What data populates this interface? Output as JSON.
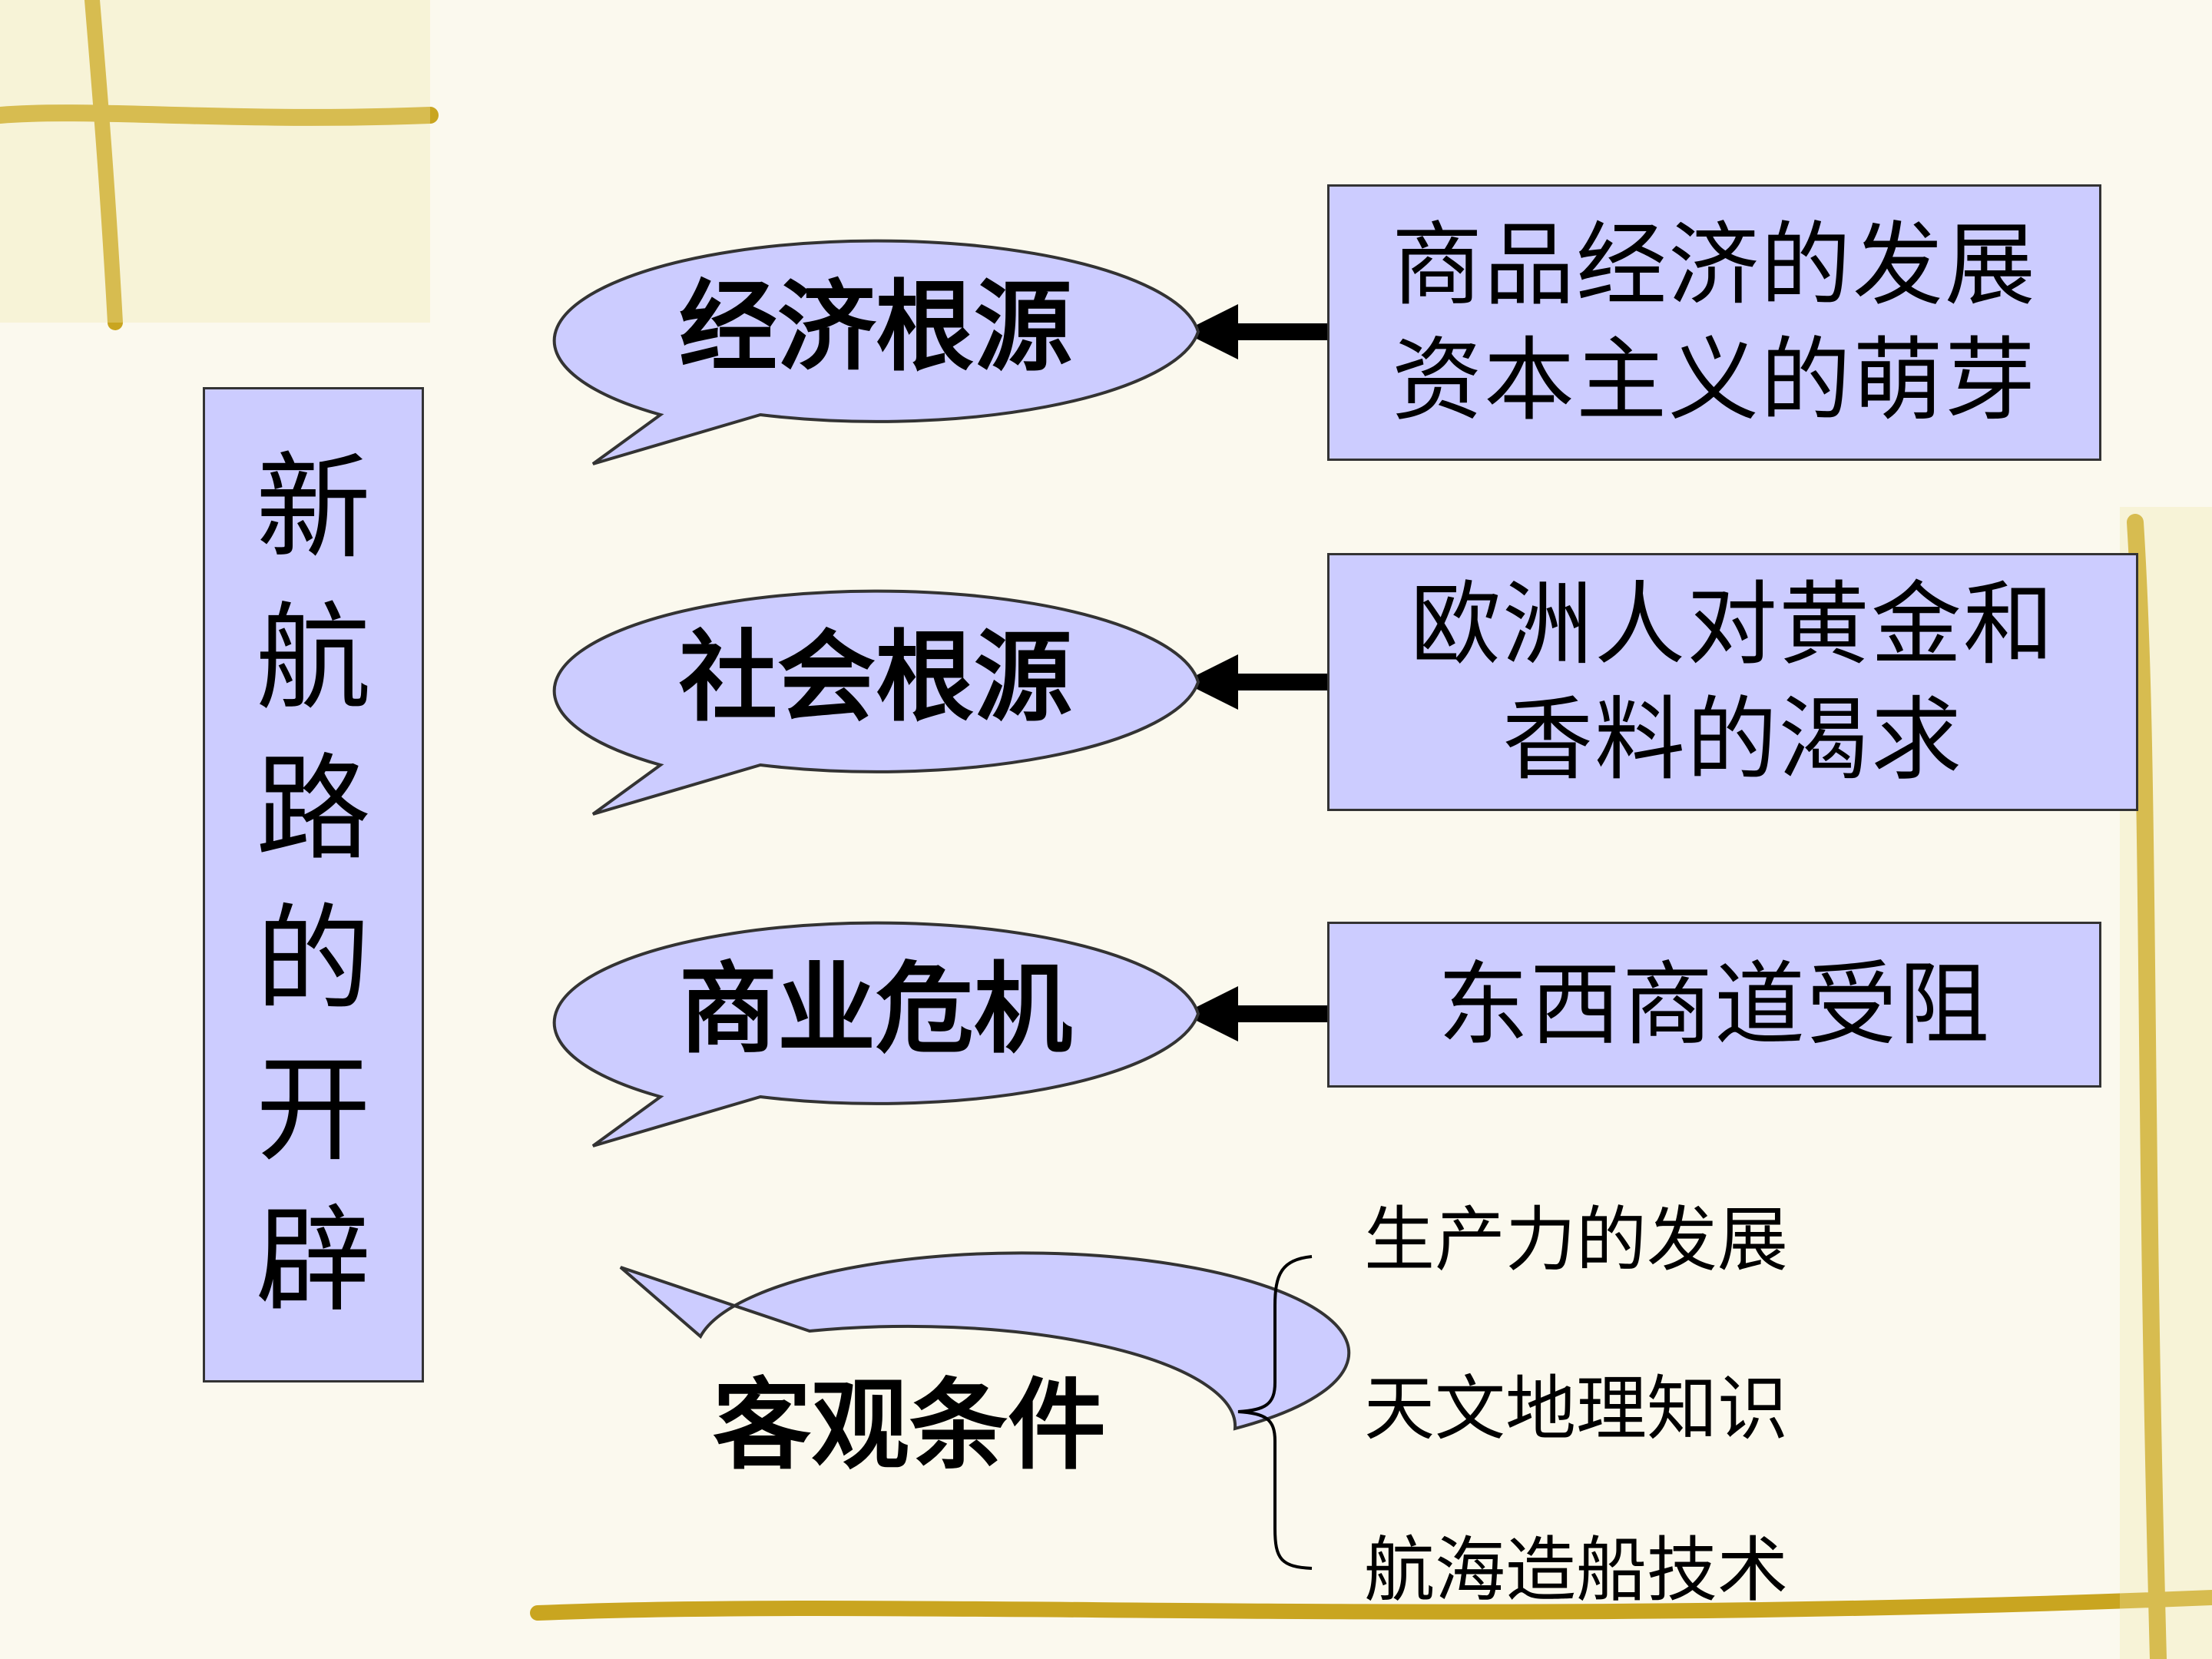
{
  "title_chars": [
    "新",
    "航",
    "路",
    "的",
    "开",
    "辟"
  ],
  "bubbles": [
    "经济根源",
    "社会根源",
    "商业危机",
    "客观条件"
  ],
  "causes": [
    [
      "商品经济的发展",
      "资本主义的萌芽"
    ],
    [
      "欧洲人对黄金和",
      "香料的渴求"
    ],
    [
      "东西商道受阻"
    ]
  ],
  "conditions": [
    "生产力的发展",
    "天文地理知识",
    "航海造船技术"
  ],
  "colors": {
    "fill": "#ccccff",
    "stroke": "#333333",
    "vine": "#c9a520",
    "background": "#fbf9ee"
  }
}
